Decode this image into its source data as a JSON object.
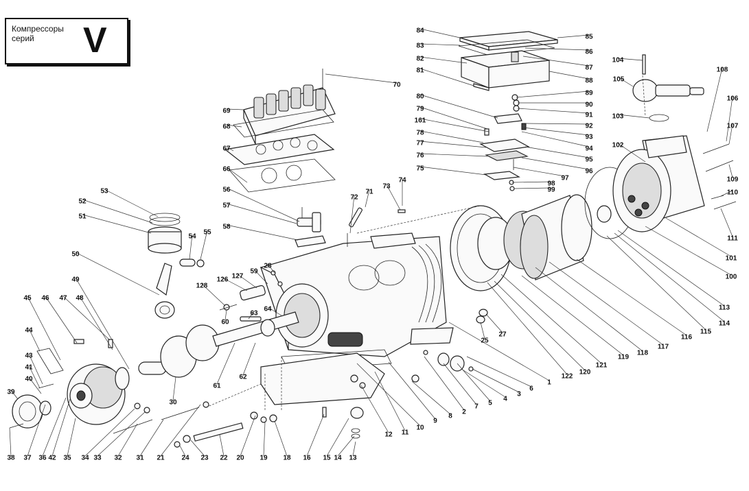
{
  "header": {
    "line1": "Компрессоры",
    "line2": "серий",
    "series": "V"
  },
  "callouts": [
    "84",
    "85",
    "83",
    "86",
    "82",
    "87",
    "88",
    "81",
    "70",
    "89",
    "80",
    "90",
    "91",
    "79",
    "161",
    "92",
    "93",
    "78",
    "94",
    "77",
    "95",
    "76",
    "96",
    "75",
    "97",
    "74",
    "98",
    "99",
    "73",
    "104",
    "105",
    "103",
    "108",
    "106",
    "107",
    "102",
    "109",
    "110",
    "111",
    "69",
    "68",
    "67",
    "66",
    "56",
    "57",
    "58",
    "71",
    "72",
    "53",
    "52",
    "51",
    "54",
    "55",
    "50",
    "49",
    "45",
    "46",
    "47",
    "48",
    "44",
    "43",
    "41",
    "40",
    "39",
    "38",
    "37",
    "36",
    "42",
    "35",
    "34",
    "33",
    "32",
    "31",
    "21",
    "24",
    "23",
    "22",
    "20",
    "19",
    "18",
    "16",
    "15",
    "14",
    "13",
    "12",
    "11",
    "10",
    "9",
    "8",
    "2",
    "7",
    "5",
    "4",
    "3",
    "6",
    "1",
    "122",
    "120",
    "121",
    "119",
    "118",
    "117",
    "116",
    "115",
    "114",
    "113",
    "100",
    "101",
    "25",
    "27",
    "28",
    "59",
    "126",
    "127",
    "128",
    "60",
    "63",
    "64",
    "61",
    "62",
    "30"
  ]
}
